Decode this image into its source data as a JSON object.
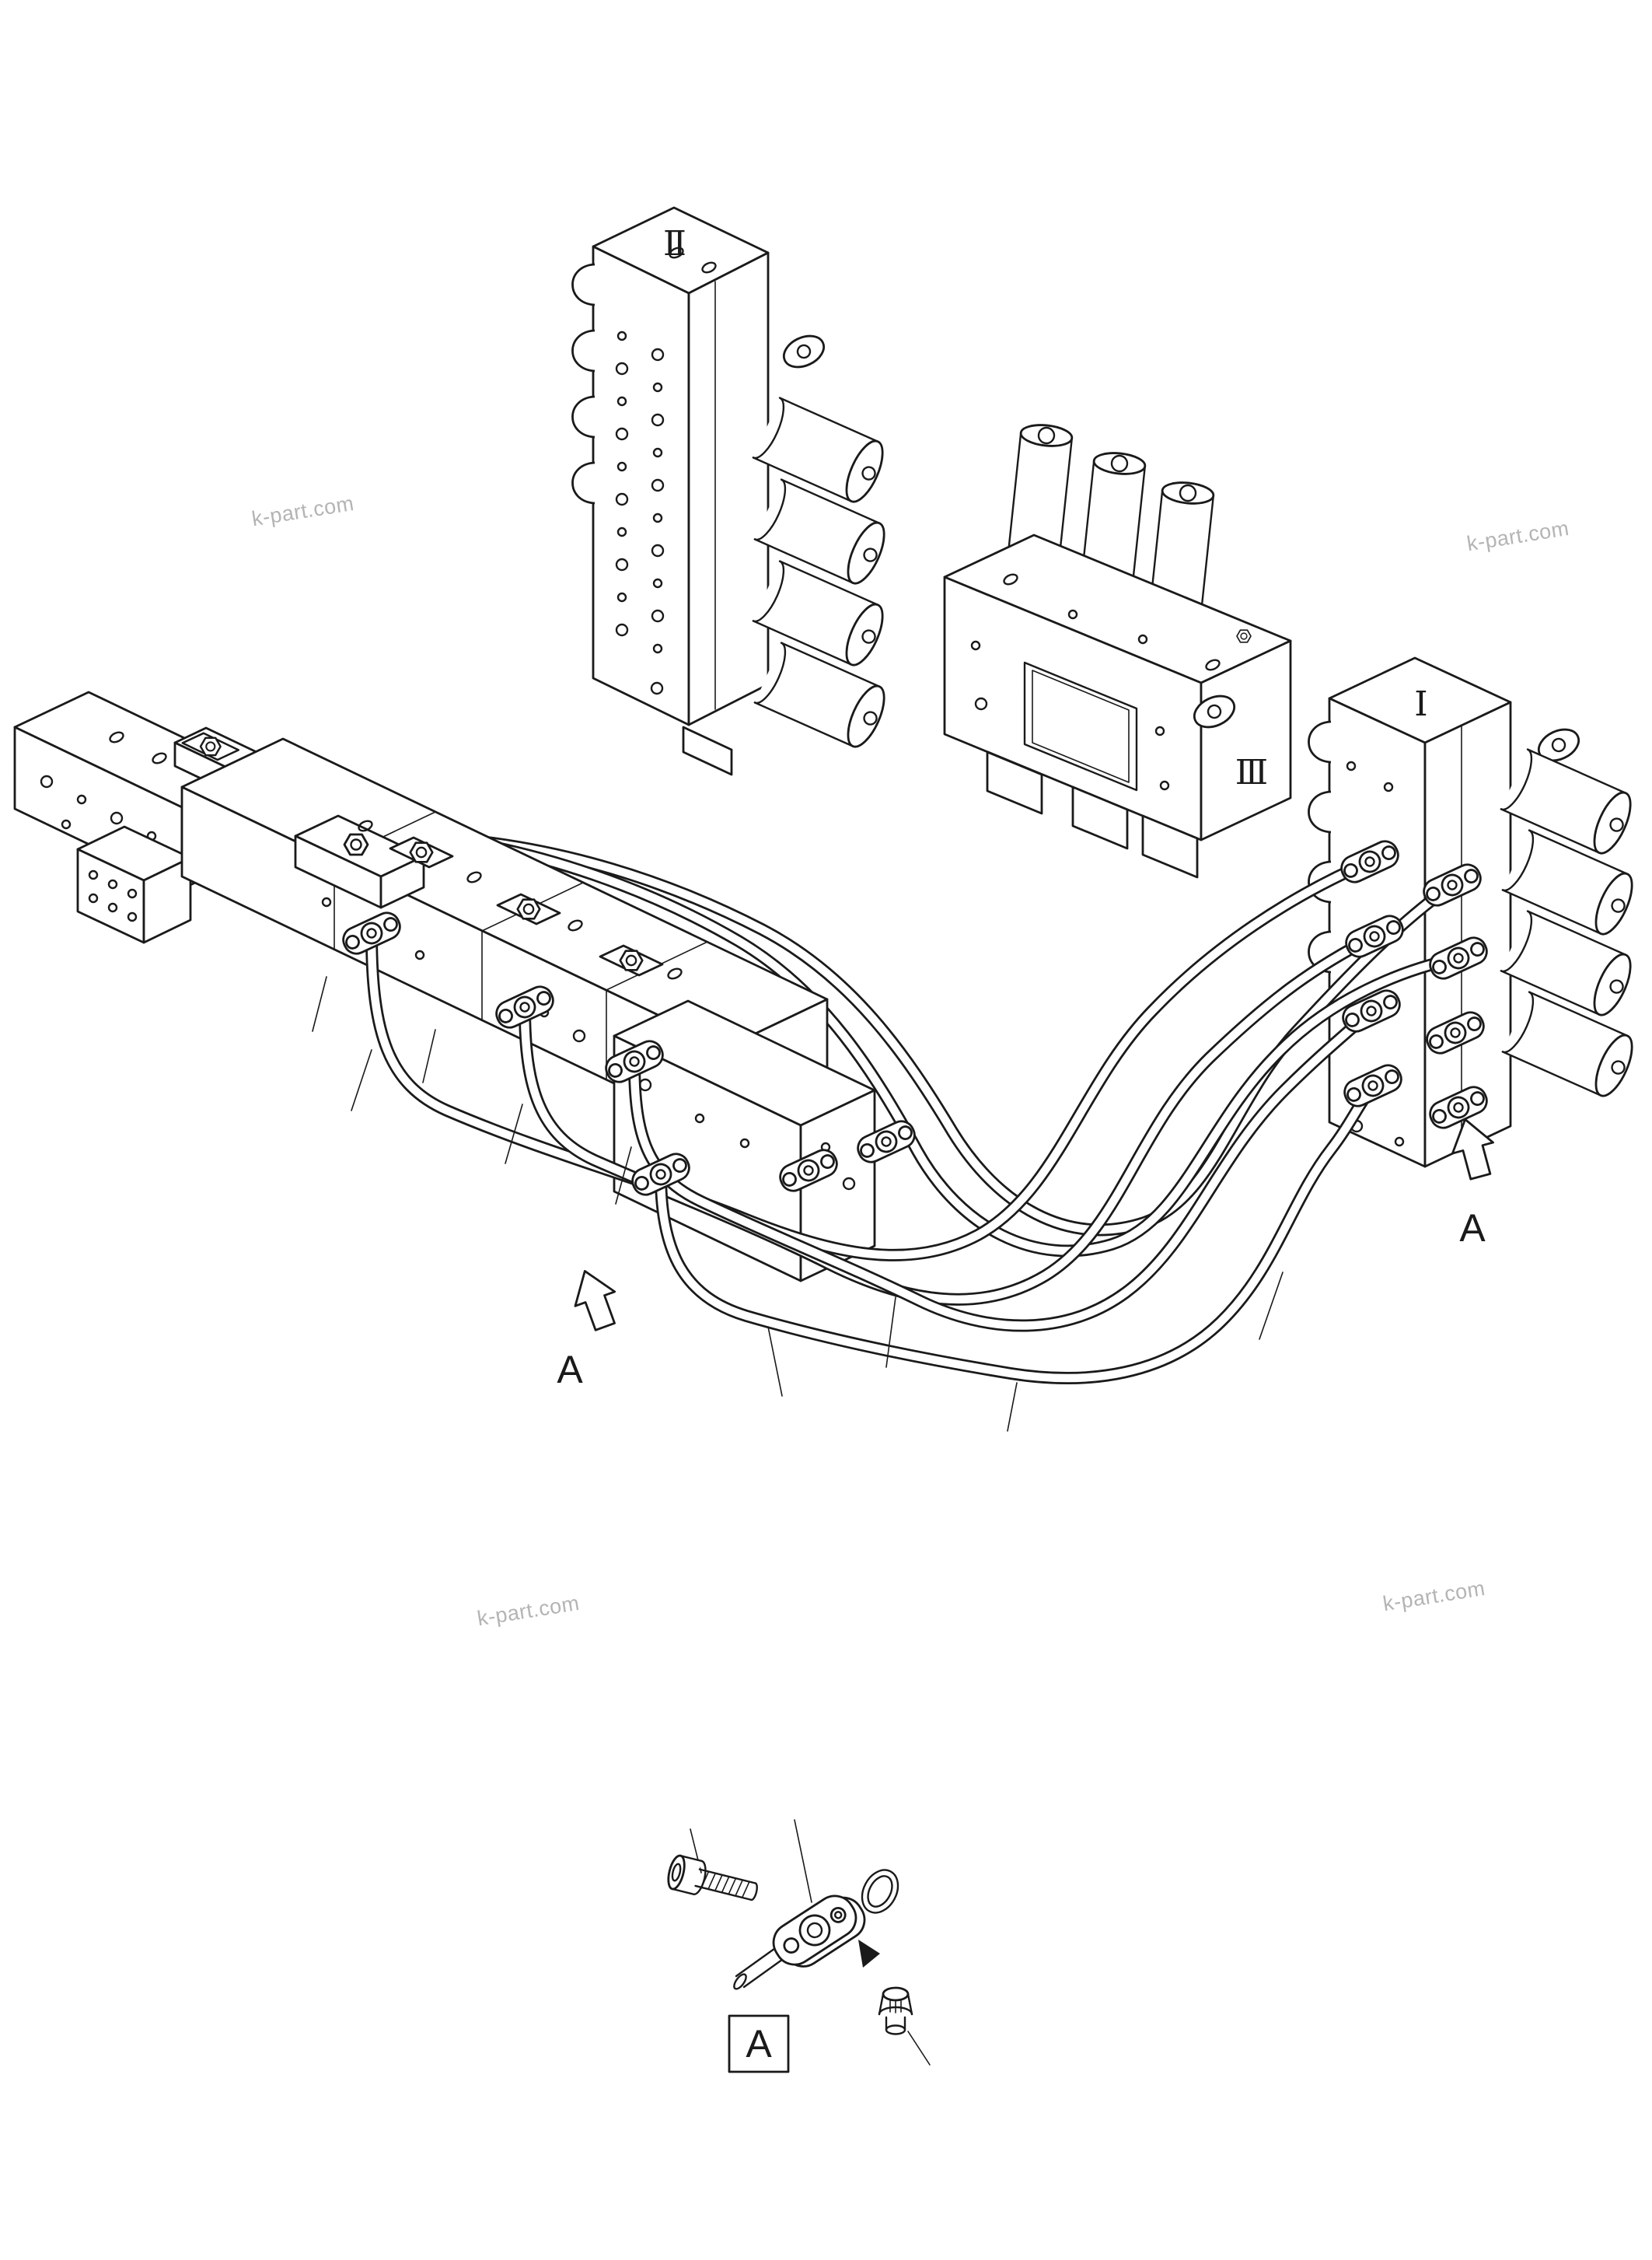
{
  "page": {
    "background": "#ffffff",
    "line_color": "#1a1a1a",
    "watermark_color": "#b4b4b4"
  },
  "diagram": {
    "description": "hydraulic control valve piping diagram",
    "blocks": {
      "block2": {
        "label": "Ⅱ"
      },
      "block3": {
        "label": "Ⅲ"
      },
      "block1": {
        "label": "I"
      }
    },
    "view_arrows": {
      "left": {
        "label": "A"
      },
      "right": {
        "label": "A"
      }
    },
    "detail": {
      "box_label": "A"
    }
  },
  "watermarks": {
    "upper_left": "k-part.com",
    "upper_right": "k-part.com",
    "lower_left": "k-part.com",
    "lower_right": "k-part.com"
  }
}
